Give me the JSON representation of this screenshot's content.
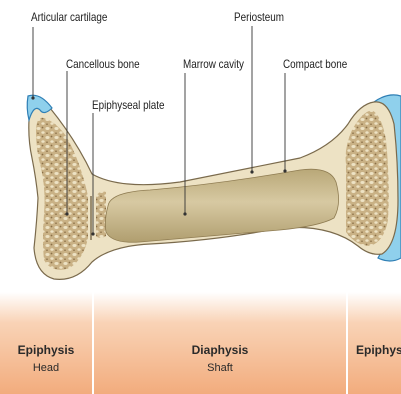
{
  "labels": {
    "articular_cartilage": "Articular cartilage",
    "periosteum": "Periosteum",
    "cancellous_bone": "Cancellous bone",
    "marrow_cavity": "Marrow cavity",
    "compact_bone": "Compact bone",
    "epiphyseal_plate": "Epiphyseal plate"
  },
  "regions": [
    {
      "title": "Epiphysis",
      "sub": "Head"
    },
    {
      "title": "Diaphysis",
      "sub": "Shaft"
    },
    {
      "title": "Epiphysis",
      "sub": ""
    }
  ],
  "colors": {
    "cartilage": "#8fd0ec",
    "cartilage_edge": "#2f7fb5",
    "compact_bone": "#ede2c4",
    "spongy_fill": "#c9b185",
    "marrow": "#c7b58a",
    "band_light": "#f9d3b6",
    "band_dark": "#f2ac7d"
  }
}
